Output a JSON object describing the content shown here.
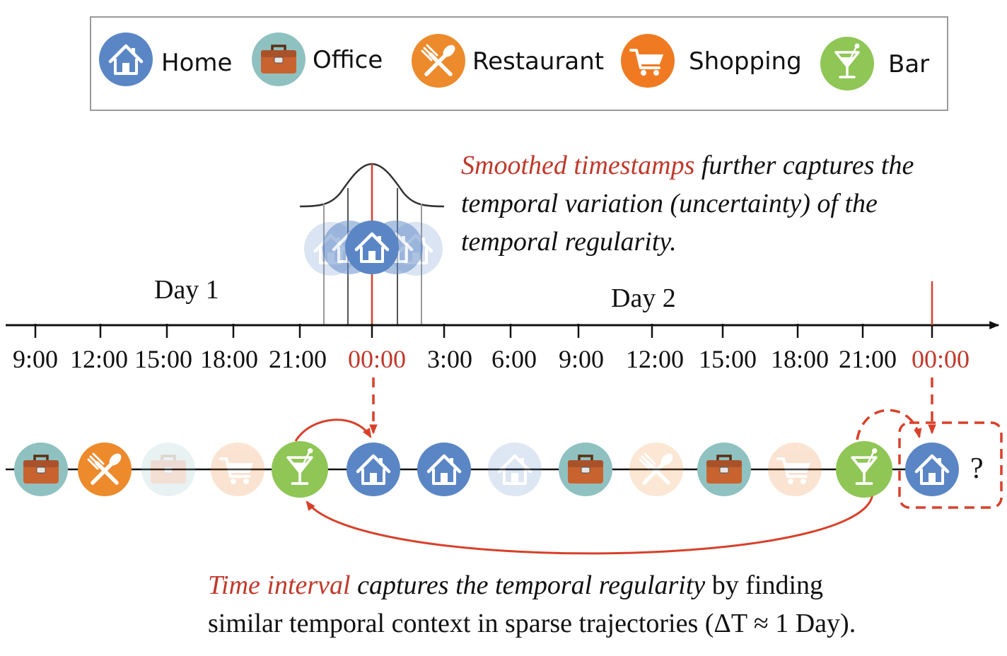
{
  "colors": {
    "home": "#5b86c5",
    "office": "#8fc1c1",
    "briefcase": "#c8632f",
    "restaurant": "#ec8a2c",
    "shopping": "#f07a22",
    "bar": "#8fc656",
    "accent_red": "#d8402a",
    "axis": "#111111"
  },
  "legend": {
    "items": [
      {
        "key": "home",
        "label": "Home",
        "icon": "home-icon"
      },
      {
        "key": "office",
        "label": "Office",
        "icon": "briefcase-icon"
      },
      {
        "key": "restaurant",
        "label": "Restaurant",
        "icon": "fork-spoon-icon"
      },
      {
        "key": "shopping",
        "label": "Shopping",
        "icon": "cart-icon"
      },
      {
        "key": "bar",
        "label": "Bar",
        "icon": "cocktail-icon"
      }
    ]
  },
  "timeline": {
    "day_labels": [
      "Day 1",
      "Day 2"
    ],
    "ticks": [
      "9:00",
      "12:00",
      "15:00",
      "18:00",
      "21:00",
      "00:00",
      "3:00",
      "6:00",
      "9:00",
      "12:00",
      "15:00",
      "18:00",
      "21:00",
      "00:00"
    ],
    "highlighted_ticks": [
      5,
      13
    ]
  },
  "trajectory": {
    "visits": [
      {
        "type": "office",
        "faded": false
      },
      {
        "type": "restaurant",
        "faded": false
      },
      {
        "type": "office",
        "faded": true
      },
      {
        "type": "shopping",
        "faded": true
      },
      {
        "type": "bar",
        "faded": false
      },
      {
        "type": "home",
        "faded": false
      },
      {
        "type": "home",
        "faded": false
      },
      {
        "type": "home",
        "faded": true
      },
      {
        "type": "office",
        "faded": false
      },
      {
        "type": "restaurant",
        "faded": true
      },
      {
        "type": "office",
        "faded": false
      },
      {
        "type": "shopping",
        "faded": true
      },
      {
        "type": "bar",
        "faded": false
      },
      {
        "type": "home",
        "faded": false
      }
    ],
    "question_mark": "?"
  },
  "annotations": {
    "smoothed": {
      "highlight": "Smoothed timestamps",
      "rest1": " further captures the",
      "line2": "temporal variation (uncertainty) of the",
      "line3": "temporal regularity."
    },
    "interval": {
      "highlight": "Time interval",
      "italic": " captures the temporal regularity",
      "plain": " by finding",
      "line2": "similar temporal context in sparse trajectories (ΔT ≈ 1 Day)."
    }
  }
}
